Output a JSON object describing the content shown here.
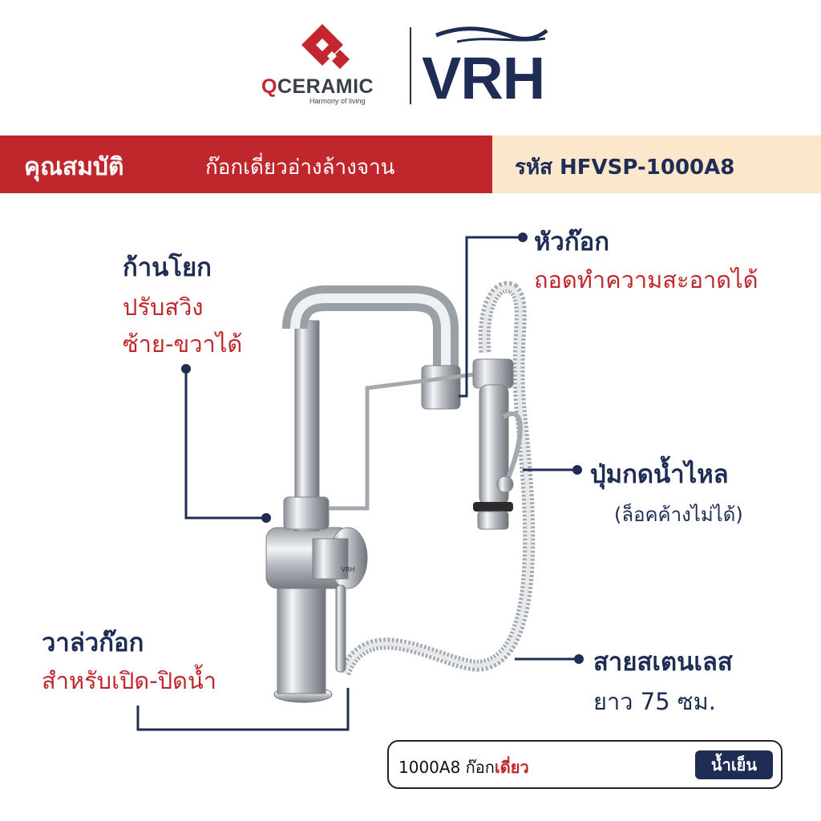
{
  "brand": {
    "qceramic_name_q": "Q",
    "qceramic_name_rest": "CERAMIC",
    "qceramic_tagline": "Harmony of living",
    "vrh_name": "VRH",
    "colors": {
      "red": "#c0272d",
      "navy": "#1f2d55",
      "cream": "#fbe7cc"
    }
  },
  "banner": {
    "title": "คุณสมบัติ",
    "subtitle": "ก๊อกเดี่ยวอ่างล้างจาน",
    "code": "รหัส HFVSP-1000A8"
  },
  "callouts": {
    "lever": {
      "title": "ก้านโยก",
      "line1": "ปรับสวิง",
      "line2": "ซ้าย-ขวาได้"
    },
    "head": {
      "title": "หัวก๊อก",
      "desc": "ถอดทำความสะอาดได้"
    },
    "button": {
      "title": "ปุ่มกดน้ำไหล",
      "desc": "(ล็อคค้างไม่ได้)"
    },
    "valve": {
      "title": "วาล่วก๊อก",
      "desc": "สำหรับเปิด-ปิดน้ำ"
    },
    "hose": {
      "title": "สายสเตนเลส",
      "desc": "ยาว 75 ซม."
    }
  },
  "product_tag": {
    "model": "1000A8 ก๊อก",
    "type": "เดี่ยว",
    "badge": "น้ำเย็น",
    "faucet_logo": "VRH"
  }
}
